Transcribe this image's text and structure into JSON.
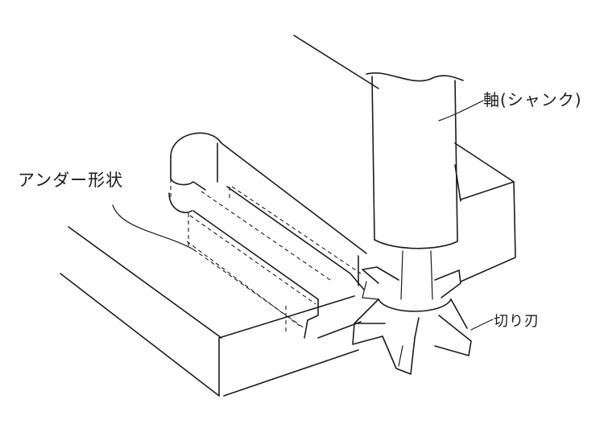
{
  "labels": {
    "under_shape": "アンダー形状",
    "shank": "軸(シャンク)",
    "cutting_edge": "切り刃"
  }
}
